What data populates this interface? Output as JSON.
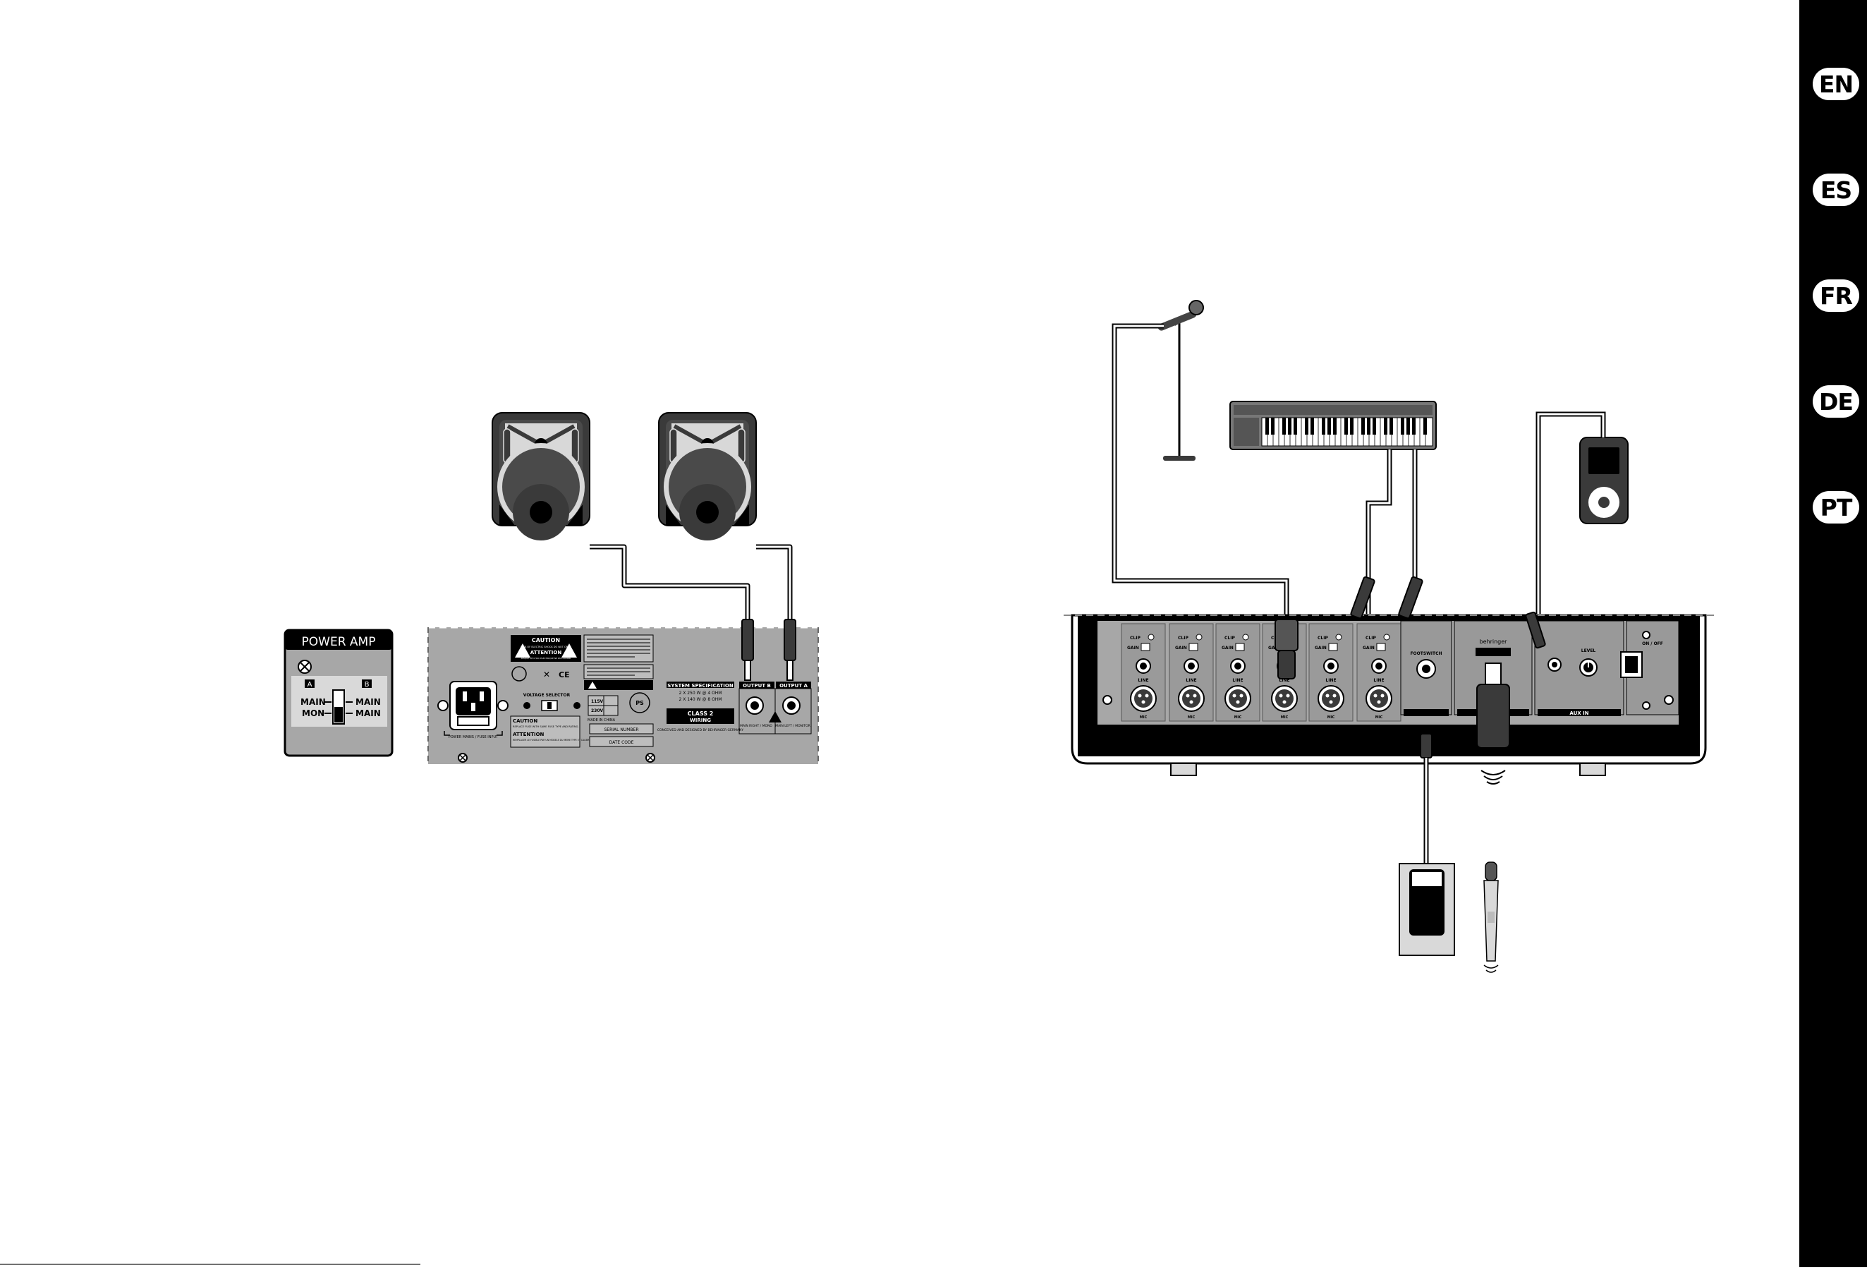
{
  "colors": {
    "panel_gray": "#a7a7a7",
    "panel_gray_dark": "#8e8e8e",
    "speaker_dark": "#3a3a3a",
    "sidebar": "#000000",
    "tab_bg": "#ffffff"
  },
  "language_tabs": [
    "EN",
    "ES",
    "FR",
    "DE",
    "PT"
  ],
  "power_amp": {
    "title": "POWER AMP",
    "label_a": "A",
    "label_b": "B",
    "main_left": "MAIN",
    "mon_left": "MON",
    "main_right_1": "MAIN",
    "main_right_2": "MAIN"
  },
  "rear_panel": {
    "caution_title": "CAUTION",
    "caution_sub": "RISK OF ELECTRIC SHOCK DO NOT OPEN",
    "attention_title": "ATTENTION",
    "attention_sub": "RISQUE DE CHOC ELECTRIQUE NE PAS OUVRIR",
    "voltage_selector": "VOLTAGE SELECTOR",
    "v115": "115V",
    "v230": "230V",
    "made_in": "MADE IN CHINA",
    "caution2_title": "CAUTION",
    "caution2_text": "REPLACE FUSE WITH SAME FUSE TYPE AND RATING.",
    "attention2_title": "ATTENTION",
    "attention2_text": "REMPLACER LE FUSIBLE PAR UN MODELE DU MEME TYPE ET CALIBRE.",
    "serial_number": "SERIAL NUMBER",
    "date_code": "DATE CODE",
    "system_spec": "SYSTEM SPECIFICATION",
    "spec_line1": "2 X 250 W @ 4 OHM",
    "spec_line2": "2 X 140 W @ 8 OHM",
    "class2_line1": "CLASS 2",
    "class2_line2": "WIRING",
    "conceived": "CONCEIVED AND DESIGNED BY BEHRINGER GERMANY",
    "output_b": "OUTPUT B",
    "output_a": "OUTPUT A",
    "output_b_sub": "MAIN RIGHT / MONO",
    "output_a_sub": "MAIN LEFT / MONITOR",
    "power_mains": "POWER MAINS / FUSE INPUT"
  },
  "mixer_panel": {
    "mic_label": "MIC",
    "line_label": "LINE",
    "clip_label": "CLIP",
    "gain_label": "GAIN",
    "footswitch": "FOOTSWITCH",
    "brand": "behringer",
    "aux_in": "AUX IN",
    "level": "LEVEL",
    "power": "ON / OFF"
  }
}
